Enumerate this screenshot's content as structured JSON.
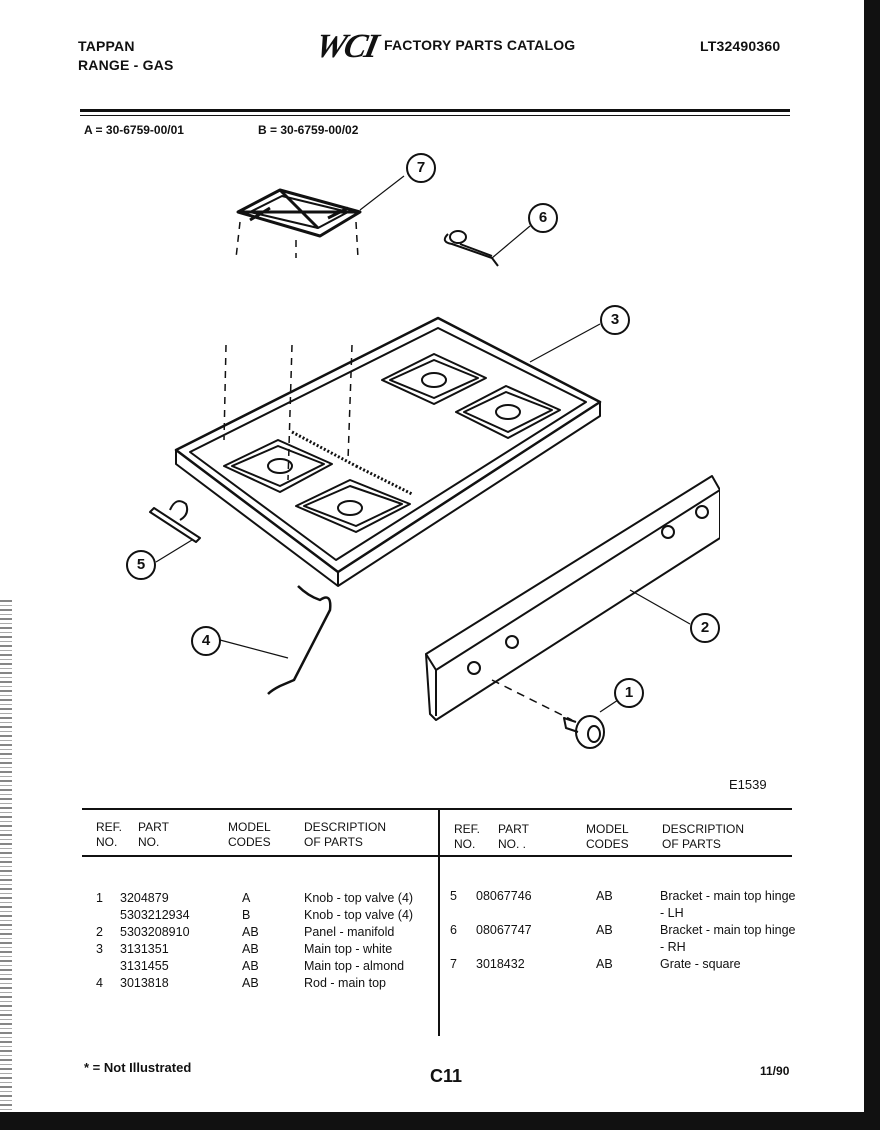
{
  "header": {
    "brand": "TAPPAN",
    "product": "RANGE - GAS",
    "logo": "WCI",
    "catalog_title": "FACTORY PARTS CATALOG",
    "catalog_number": "LT32490360"
  },
  "models": {
    "a": "A = 30-6759-00/01",
    "b": "B = 30-6759-00/02"
  },
  "diagram": {
    "callouts": [
      "1",
      "2",
      "3",
      "4",
      "5",
      "6",
      "7"
    ],
    "figure_code": "E1539"
  },
  "table": {
    "headers_left": {
      "ref": "REF.\nNO.",
      "part": "PART\nNO.",
      "model": "MODEL\nCODES",
      "desc": "DESCRIPTION\nOF PARTS"
    },
    "headers_right": {
      "ref": "REF.\nNO.",
      "part": "PART\nNO. .",
      "model": "MODEL\nCODES",
      "desc": "DESCRIPTION\nOF PARTS"
    },
    "left_rows": [
      {
        "ref": "1",
        "part": "3204879",
        "model": "A",
        "desc": "Knob - top valve (4)"
      },
      {
        "ref": "",
        "part": "5303212934",
        "model": "B",
        "desc": "Knob - top valve (4)"
      },
      {
        "ref": "2",
        "part": "5303208910",
        "model": "AB",
        "desc": "Panel - manifold"
      },
      {
        "ref": "3",
        "part": "3131351",
        "model": "AB",
        "desc": "Main top - white"
      },
      {
        "ref": "",
        "part": "3131455",
        "model": "AB",
        "desc": "Main top - almond"
      },
      {
        "ref": "4",
        "part": "3013818",
        "model": "AB",
        "desc": "Rod - main top"
      }
    ],
    "right_rows": [
      {
        "ref": "5",
        "part": "08067746",
        "model": "AB",
        "desc": "Bracket - main top hinge",
        "desc2": "- LH"
      },
      {
        "ref": "6",
        "part": "08067747",
        "model": "AB",
        "desc": "Bracket - main top hinge",
        "desc2": "- RH"
      },
      {
        "ref": "7",
        "part": "3018432",
        "model": "AB",
        "desc": "Grate - square",
        "desc2": ""
      }
    ]
  },
  "footer": {
    "note": "* = Not Illustrated",
    "page": "C11",
    "date": "11/90"
  }
}
